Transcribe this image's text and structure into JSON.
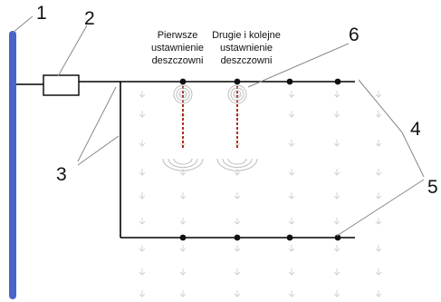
{
  "labels": {
    "n1": "1",
    "n2": "2",
    "n3": "3",
    "n4": "4",
    "n5": "5",
    "n6": "6"
  },
  "captions": {
    "first_position": [
      "Pierwsze",
      "ustawnienie",
      "deszczowni"
    ],
    "next_positions": [
      "Drugie i kolejne",
      "ustawnienie",
      "deszczowni"
    ]
  },
  "colors": {
    "main_pipe": "#4a64c8",
    "riser": "#b03020",
    "field_marks": "#c8c8c8"
  },
  "icons": {
    "field_marker": "down-arrow-icon",
    "sprinkler": "sprinkler-icon",
    "water_node": "node-dot-icon"
  }
}
